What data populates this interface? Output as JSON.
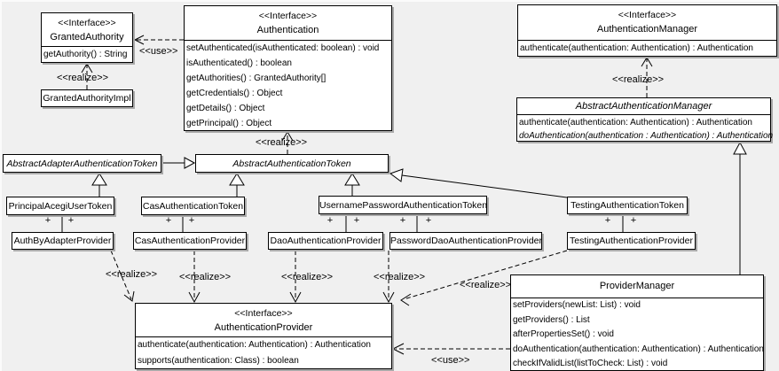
{
  "labels": {
    "use": "<<use>>",
    "realize": "<<realize>>",
    "plus": "+"
  },
  "classes": {
    "granted_authority": {
      "stereotype": "<<Interface>>",
      "name": "GrantedAuthority",
      "methods": [
        "getAuthority() : String"
      ]
    },
    "granted_authority_impl": {
      "name": "GrantedAuthorityImpl"
    },
    "authentication": {
      "stereotype": "<<Interface>>",
      "name": "Authentication",
      "methods": [
        "setAuthenticated(isAuthenticated: boolean) : void",
        "isAuthenticated() : boolean",
        "getAuthorities() : GrantedAuthority[]",
        "getCredentials() : Object",
        "getDetails() : Object",
        "getPrincipal() : Object"
      ]
    },
    "authentication_manager": {
      "stereotype": "<<Interface>>",
      "name": "AuthenticationManager",
      "methods": [
        "authenticate(authentication: Authentication) : Authentication"
      ]
    },
    "abstract_authentication_manager": {
      "name": "AbstractAuthenticationManager",
      "methods": [
        "authenticate(authentication: Authentication) : Authentication",
        "doAuthentication(authentication : Authentication) : Authentication"
      ]
    },
    "abstract_adapter_authentication_token": {
      "name": "AbstractAdapterAuthenticationToken"
    },
    "abstract_authentication_token": {
      "name": "AbstractAuthenticationToken"
    },
    "principal_acegi_user_token": {
      "name": "PrincipalAcegiUserToken"
    },
    "cas_authentication_token": {
      "name": "CasAuthenticationToken"
    },
    "username_password_authentication_token": {
      "name": "UsernamePasswordAuthenticationToken"
    },
    "testing_authentication_token": {
      "name": "TestingAuthenticationToken"
    },
    "auth_by_adapter_provider": {
      "name": "AuthByAdapterProvider"
    },
    "cas_authentication_provider": {
      "name": "CasAuthenticationProvider"
    },
    "dao_authentication_provider": {
      "name": "DaoAuthenticationProvider"
    },
    "password_dao_authentication_provider": {
      "name": "PasswordDaoAuthenticationProvider"
    },
    "testing_authentication_provider": {
      "name": "TestingAuthenticationProvider"
    },
    "authentication_provider": {
      "stereotype": "<<Interface>>",
      "name": "AuthenticationProvider",
      "methods": [
        "authenticate(authentication: Authentication) : Authentication",
        "supports(authentication: Class) : boolean"
      ]
    },
    "provider_manager": {
      "name": "ProviderManager",
      "methods": [
        "setProviders(newList: List) : void",
        "getProviders() : List",
        "afterPropertiesSet() : void",
        "doAuthentication(authentication: Authentication) : Authentication",
        "checkIfValidList(listToCheck: List) : void"
      ]
    }
  },
  "colors": {
    "background": "#f0f0f0",
    "box_fill": "#ffffff",
    "line": "#000000",
    "shadow": "#a9a9a9"
  }
}
